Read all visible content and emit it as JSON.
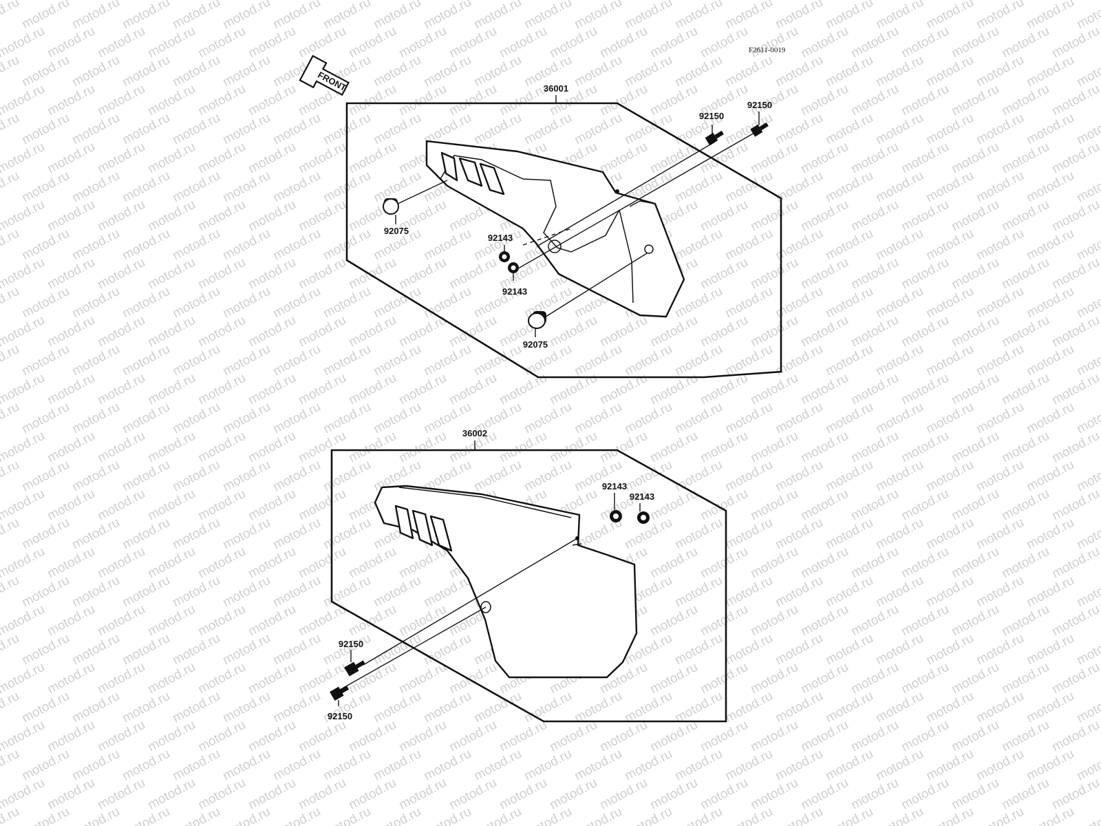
{
  "diagram": {
    "figure_code": "F2611-0019",
    "front_arrow_text": "FRONT",
    "watermark_text": "motod.ru",
    "assemblies": [
      {
        "part_no": "36001",
        "callouts": [
          "92150",
          "92150",
          "92075",
          "92143",
          "92143",
          "92075"
        ]
      },
      {
        "part_no": "36002",
        "callouts": [
          "92143",
          "92143",
          "92150",
          "92150"
        ]
      }
    ]
  }
}
